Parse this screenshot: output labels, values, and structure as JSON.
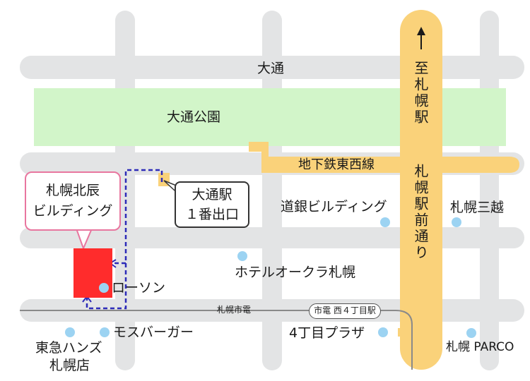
{
  "labels": {
    "odori": "大通",
    "odori_park": "大通公園",
    "subway_line": "地下鉄東西線",
    "ekimae_dori": "札幌駅前通り",
    "to_sapporo": "至札幌駅",
    "dogin": "道銀ビルディング",
    "mitsukoshi": "札幌三越",
    "okura": "ホテルオークラ札幌",
    "lawson": "ローソン",
    "tram_line": "札幌市電",
    "mos": "モスバーガー",
    "tokyu_hands_1": "東急ハンズ",
    "tokyu_hands_2": "札幌店",
    "yonchome_plaza": "4丁目プラザ",
    "parco": "札幌 PARCO"
  },
  "target_building": {
    "line1": "札幌北辰",
    "line2": "ビルディング"
  },
  "exit": {
    "line1": "大通駅",
    "line2": "１番出口"
  },
  "tram_stop": "市電 西４丁目駅",
  "colors": {
    "road": "#e3e4e5",
    "park": "#d2f5c9",
    "main_street": "#fad27a",
    "target": "#ff2c2c",
    "route": "#2d2bb8",
    "poi": "#9cd3f2",
    "callout_border": "#e8769f"
  },
  "icons": [
    "arrow-up-icon"
  ]
}
